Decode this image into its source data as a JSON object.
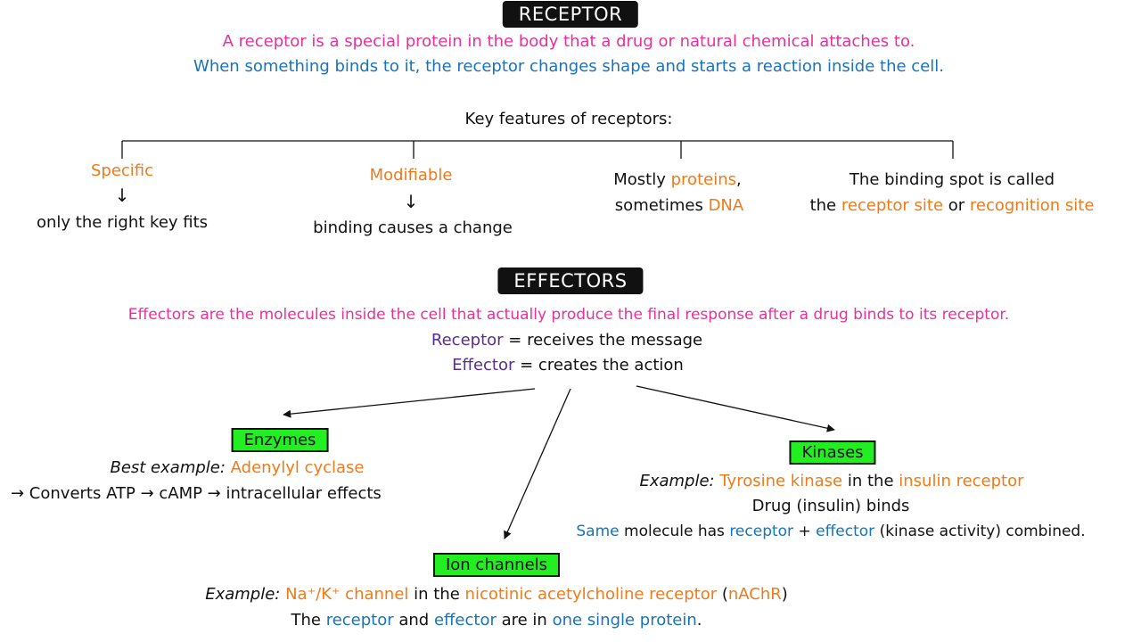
{
  "receptor": {
    "title": "RECEPTOR",
    "def_line1": "A receptor is a special protein in the body that a drug or natural chemical attaches to.",
    "def_line2": "When something binds to it, the receptor changes shape and starts a reaction inside the cell.",
    "features_heading": "Key features of receptors:",
    "features": {
      "specific": {
        "label": "Specific",
        "arrow": "↓",
        "desc": "only the right key fits"
      },
      "modifiable": {
        "label": "Modifiable",
        "arrow": "↓",
        "desc": "binding causes a change"
      },
      "proteins": {
        "pre": "Mostly ",
        "hl1": "proteins",
        "mid": ",",
        "pre2": "sometimes ",
        "hl2": "DNA"
      },
      "site": {
        "line1": "The binding spot is called",
        "pre": "the ",
        "hl1": "receptor site",
        "mid": " or ",
        "hl2": "recognition site"
      }
    }
  },
  "effectors": {
    "title": "EFFECTORS",
    "def": "Effectors are the molecules inside the cell that actually produce the final response after a drug binds to its receptor.",
    "receptor_word": "Receptor",
    "receptor_rest": " = receives the message",
    "effector_word": "Effector",
    "effector_rest": " = creates the action",
    "enzymes": {
      "label": "Enzymes",
      "ex_label": "Best example: ",
      "ex_value": "Adenylyl cyclase",
      "line2": "→ Converts ATP → cAMP → intracellular effects"
    },
    "kinases": {
      "label": "Kinases",
      "ex_label": "Example: ",
      "ex_value": "Tyrosine kinase",
      "mid": " in the ",
      "ex_value2": "insulin receptor",
      "line2": "Drug (insulin) binds",
      "l3_a": "Same",
      "l3_b": " molecule has ",
      "l3_c": "receptor",
      "l3_d": " + ",
      "l3_e": "effector",
      "l3_f": " (kinase activity) combined."
    },
    "ion": {
      "label": "Ion channels",
      "ex_label": "Example: ",
      "ex_value": "Na⁺/K⁺ channel",
      "mid": " in the ",
      "ex_value2": "nicotinic acetylcholine receptor",
      "paren_open": " (",
      "ex_value3": "nAChR",
      "paren_close": ")",
      "l2_a": "The ",
      "l2_b": "receptor",
      "l2_c": " and ",
      "l2_d": "effector",
      "l2_e": " are in ",
      "l2_f": "one single protein",
      "l2_g": "."
    }
  },
  "colors": {
    "magenta": "#e8309c",
    "blue": "#1a73b8",
    "orange": "#ef7a1a",
    "purple": "#5a2d91",
    "green_box": "#22ee22",
    "title_bg": "#111111"
  }
}
